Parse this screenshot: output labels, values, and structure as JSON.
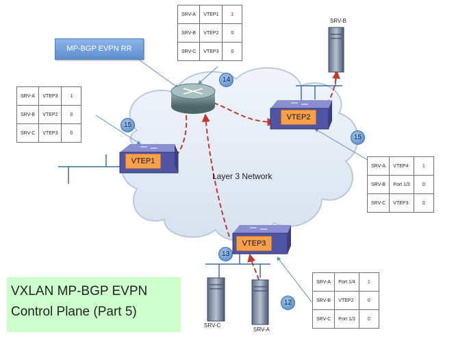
{
  "tables": [
    {
      "rows": [
        [
          "SRV-A",
          "VTEP1",
          "1"
        ],
        [
          "SRV-B",
          "VTEP2",
          "0"
        ],
        [
          "SRV-C",
          "VTEP3",
          "0"
        ]
      ]
    },
    {
      "rows": [
        [
          "SRV-A",
          "VTEP3",
          "1"
        ],
        [
          "SRV-B",
          "VTEP2",
          "0"
        ],
        [
          "SRV-C",
          "VTEP3",
          "0"
        ]
      ]
    },
    {
      "rows": [
        [
          "SRV-A",
          "VTEP4",
          "1"
        ],
        [
          "SRV-B",
          "Port 1/3",
          "0"
        ],
        [
          "SRV-C",
          "VTEP3",
          "0"
        ]
      ]
    },
    {
      "rows": [
        [
          "SRV-A",
          "Port 1/4",
          "1"
        ],
        [
          "SRV-B",
          "VTEP2",
          "0"
        ],
        [
          "SRV-C",
          "Port 1/3",
          "0"
        ]
      ]
    }
  ],
  "vteps": [
    "VTEP1",
    "VTEP2",
    "VTEP3"
  ],
  "servers": [
    "SRV-A",
    "SRV-B",
    "SRV-C"
  ],
  "steps": [
    "12",
    "13",
    "14",
    "15",
    "15"
  ],
  "rr_label": "MP-BGP EVPN RR",
  "network_label": "Layer 3 Network",
  "title": [
    "VXLAN MP-BGP EVPN",
    "Control Plane (Part 5)"
  ],
  "colors": {
    "cloud": "#e3ecf6",
    "cloud_edge": "#b9c9dd",
    "switch": "#4f55a3",
    "vtep_tag": "#f6a04a",
    "path": "#c0392b",
    "highlight": "#cc0000",
    "title_bg": "#ccffcc",
    "callout": "#5d8fcf"
  }
}
